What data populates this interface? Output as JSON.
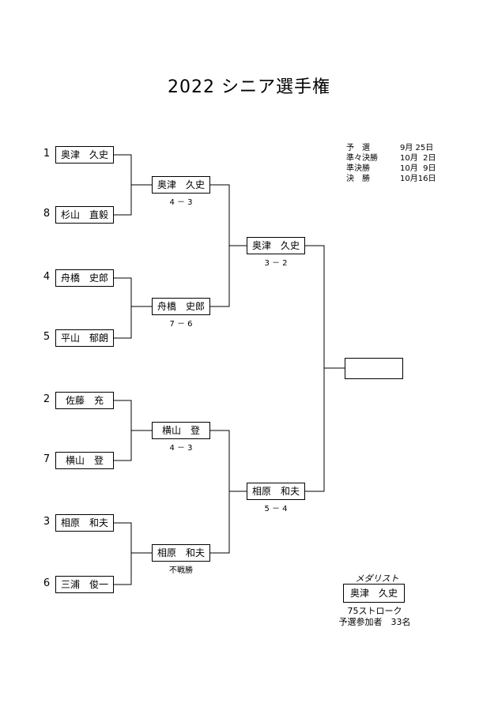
{
  "title": "2022 シニア選手権",
  "schedule": [
    {
      "round": "予　選",
      "date": "9月 25日"
    },
    {
      "round": "準々決勝",
      "date": "10月  2日"
    },
    {
      "round": "準決勝",
      "date": "10月  9日"
    },
    {
      "round": "決　勝",
      "date": "10月16日"
    }
  ],
  "round1": [
    {
      "seed": "1",
      "name": "奥津　久史"
    },
    {
      "seed": "8",
      "name": "杉山　直毅"
    },
    {
      "seed": "4",
      "name": "舟橋　史郎"
    },
    {
      "seed": "5",
      "name": "平山　郁朗"
    },
    {
      "seed": "2",
      "name": "佐藤　充"
    },
    {
      "seed": "7",
      "name": "横山　登"
    },
    {
      "seed": "3",
      "name": "相原　和夫"
    },
    {
      "seed": "6",
      "name": "三浦　俊一"
    }
  ],
  "quarterfinal": [
    {
      "name": "奥津　久史",
      "score": "4 － 3"
    },
    {
      "name": "舟橋　史郎",
      "score": "7 － 6"
    },
    {
      "name": "横山　登",
      "score": "4 － 3"
    },
    {
      "name": "相原　和夫",
      "score": "不戦勝"
    }
  ],
  "semifinal": [
    {
      "name": "奥津　久史",
      "score": "3 － 2"
    },
    {
      "name": "相原　和夫",
      "score": "5 － 4"
    }
  ],
  "final": {
    "name": ""
  },
  "medalist": {
    "caption": "メダリスト",
    "name": "奥津　久史",
    "strokes": "75ストローク",
    "participants": "予選参加者　33名"
  }
}
